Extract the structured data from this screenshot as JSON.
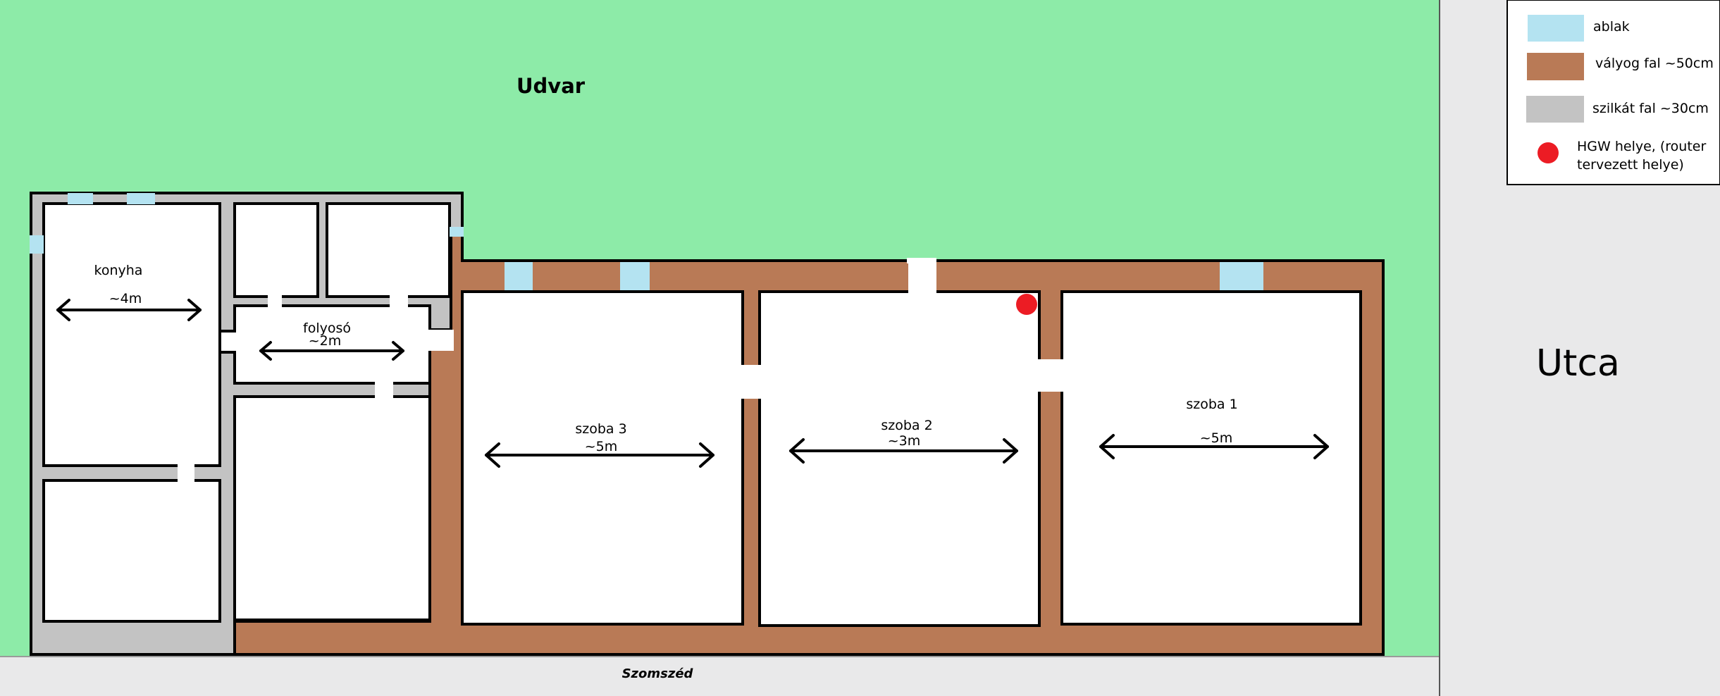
{
  "areas": {
    "yard_label": "Udvar",
    "street_label": "Utca",
    "neighbor_label": "Szomszéd"
  },
  "rooms": {
    "kitchen": {
      "name": "konyha",
      "width": "~4m"
    },
    "corridor": {
      "name": "folyosó",
      "width": "~2m"
    },
    "room3": {
      "name": "szoba 3",
      "width": "~5m"
    },
    "room2": {
      "name": "szoba 2",
      "width": "~3m"
    },
    "room1": {
      "name": "szoba 1",
      "width": "~5m"
    }
  },
  "legend": {
    "window": "ablak",
    "adobe_wall": "vályog fal ~50cm",
    "brick_wall": "szilkát fal ~30cm",
    "hgw_line1": "HGW helye, (router",
    "hgw_line2": "tervezett helye)"
  },
  "colors": {
    "yard": "#8deba8",
    "street": "#e9e9ea",
    "window": "#b4e3f1",
    "adobe_wall": "#b97a56",
    "brick_wall": "#c3c3c3",
    "floor": "#ffffff",
    "hgw": "#ec1c24"
  }
}
